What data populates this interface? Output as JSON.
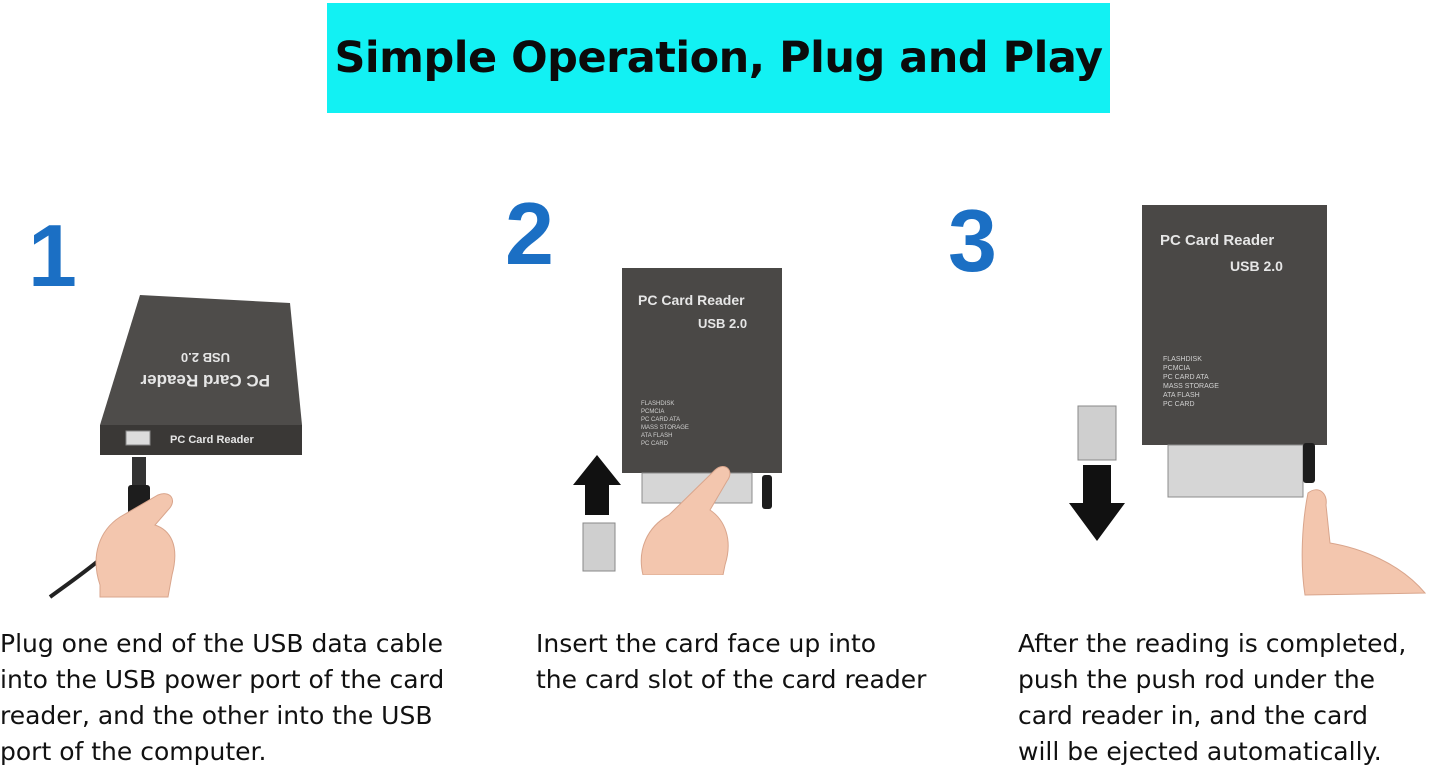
{
  "banner": {
    "title": "Simple Operation, Plug and Play"
  },
  "colors": {
    "banner_bg": "#12f1f3",
    "step_number": "#1b6fc4",
    "device_body": "#4a4846"
  },
  "device": {
    "title": "PC Card Reader",
    "subtitle": "USB 2.0",
    "front_label": "PC Card Reader",
    "formats": [
      "FLASHDISK",
      "PCMCIA",
      "PC CARD ATA",
      "MASS STORAGE",
      "ATA FLASH",
      "PC CARD"
    ]
  },
  "steps": [
    {
      "number": "1",
      "caption_lines": [
        "Plug one end of the USB data cable",
        "into the USB power port of the card",
        "reader, and the other into the USB",
        "port of the computer."
      ],
      "icon": "hand-plugging-usb-icon"
    },
    {
      "number": "2",
      "caption_lines": [
        "Insert the card face up into",
        "the card slot of the card reader"
      ],
      "icon": "arrow-up-icon"
    },
    {
      "number": "3",
      "caption_lines": [
        "After the reading is completed,",
        "push the push rod under the",
        "card reader in, and the card",
        "will be ejected automatically."
      ],
      "icon": "arrow-down-icon"
    }
  ]
}
